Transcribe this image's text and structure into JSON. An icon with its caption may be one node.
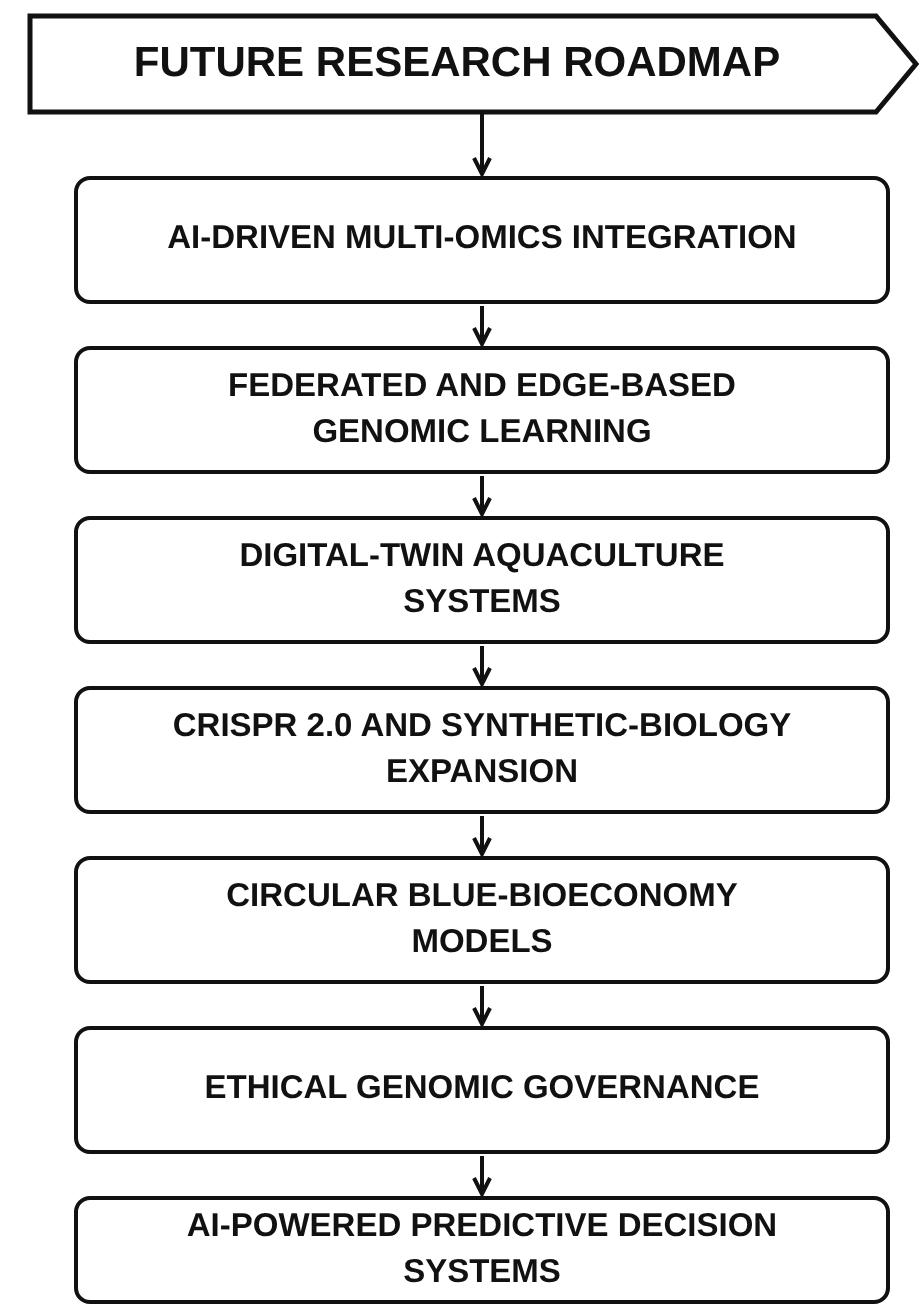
{
  "diagram": {
    "nodes": [
      {
        "text": [
          "FUTURE RESEARCH ROADMAP"
        ]
      },
      {
        "text": [
          "AI-DRIVEN MULTI-OMICS INTEGRATION"
        ]
      },
      {
        "text": [
          "FEDERATED AND EDGE-BASED GENOMIC LEARNING"
        ]
      },
      {
        "text": [
          "DIGITAL-TWIN AQUACULTURE SYSTEMS"
        ]
      },
      {
        "text": [
          "CRISPR 2.0 AND SYNTHETIC-BIOLOGY EXPANSION"
        ]
      },
      {
        "text": [
          "CIRCULAR BLUE-BIOECONOMY MODELS"
        ]
      },
      {
        "text": [
          "ETHICAL GENOMIC GOVERNANCE"
        ]
      },
      {
        "text": [
          "AI-POWERED PREDICTIVE DECISION SYSTEMS"
        ]
      }
    ],
    "edges": [
      {
        "from": 0,
        "to": 1,
        "arrow": "to"
      },
      {
        "from": 1,
        "to": 2,
        "arrow": "to"
      },
      {
        "from": 2,
        "to": 3,
        "arrow": "to"
      },
      {
        "from": 3,
        "to": 4,
        "arrow": "to"
      },
      {
        "from": 4,
        "to": 5,
        "arrow": "to"
      },
      {
        "from": 5,
        "to": 6,
        "arrow": "to"
      },
      {
        "from": 6,
        "to": 7,
        "arrow": "to"
      }
    ]
  }
}
